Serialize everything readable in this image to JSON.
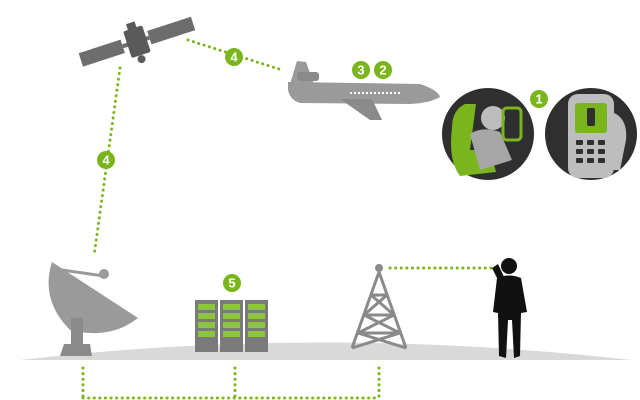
{
  "colors": {
    "accent": "#7ab51d",
    "gray": "#9a9a9a",
    "dark_gray": "#6d6d6d",
    "ground": "#d9d9d9",
    "circle_bg": "#3a3a3a",
    "person": "#111111"
  },
  "badges": {
    "link_satellite_plane": "4",
    "link_satellite_dish": "4",
    "plane_a": "3",
    "plane_b": "2",
    "passenger": "1",
    "servers": "5"
  },
  "icons": {
    "satellite": "satellite-icon",
    "airplane": "airplane-icon",
    "passenger": "passenger-seat-icon",
    "phone": "mobile-phone-icon",
    "dish": "satellite-dish-icon",
    "servers": "server-rack-icon",
    "tower": "cell-tower-icon",
    "person": "person-on-phone-icon"
  }
}
